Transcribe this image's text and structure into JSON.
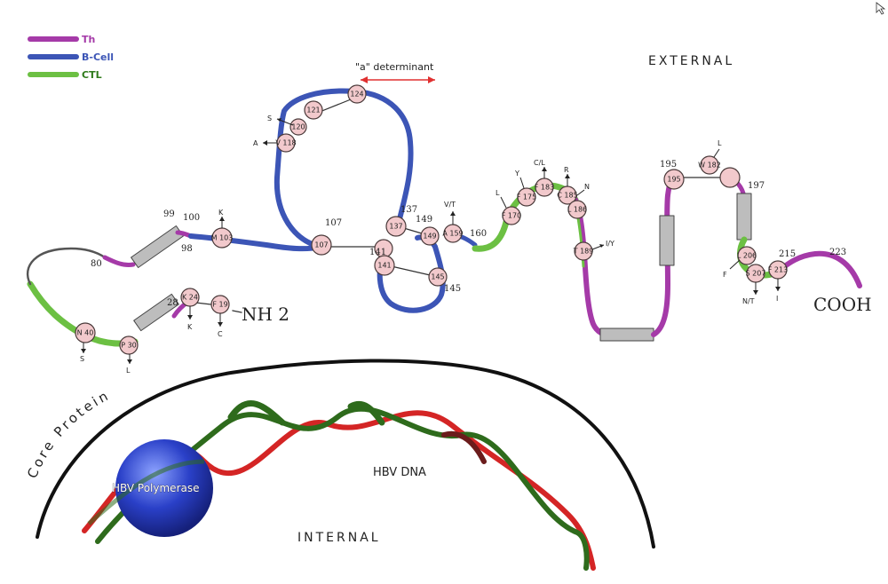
{
  "legend": [
    {
      "label": "Th",
      "color": "#a53aa8"
    },
    {
      "label": "B-Cell",
      "color": "#3c55b6"
    },
    {
      "label": "CTL",
      "color": "#6cc043"
    }
  ],
  "labels": {
    "external": "EXTERNAL",
    "internal": "INTERNAL",
    "a_determinant": "\"a\" determinant",
    "nh2": "NH 2",
    "cooh": "COOH",
    "core_protein": "Core Protein",
    "hbv_dna": "HBV DNA",
    "hbv_polymerase": "HBV Polymerase"
  },
  "position_numbers": [
    "99",
    "100",
    "80",
    "98",
    "28",
    "107",
    "137",
    "141",
    "149",
    "145",
    "160",
    "195",
    "197",
    "215",
    "223"
  ],
  "residues": [
    {
      "label": "124"
    },
    {
      "label": "121"
    },
    {
      "label": "120"
    },
    {
      "label": "V 118"
    },
    {
      "label": "M 103"
    },
    {
      "label": "137"
    },
    {
      "label": "141"
    },
    {
      "label": "149"
    },
    {
      "label": "145"
    },
    {
      "label": "A 159"
    },
    {
      "label": "107"
    },
    {
      "label": "F 170"
    },
    {
      "label": "F 175"
    },
    {
      "label": "F 183"
    },
    {
      "label": "C 185"
    },
    {
      "label": "L 186"
    },
    {
      "label": "T 189"
    },
    {
      "label": "W 182"
    },
    {
      "label": "195"
    },
    {
      "label": "L 206"
    },
    {
      "label": "S 207"
    },
    {
      "label": "F 213"
    },
    {
      "label": "K 24"
    },
    {
      "label": "F 19"
    },
    {
      "label": "N 40"
    },
    {
      "label": "P 30"
    }
  ],
  "mutations": [
    "S",
    "A",
    "K",
    "V/T",
    "L",
    "Y",
    "C/L",
    "R",
    "N",
    "I/Y",
    "L",
    "F",
    "N/T",
    "I",
    "K",
    "C",
    "S",
    "L"
  ]
}
